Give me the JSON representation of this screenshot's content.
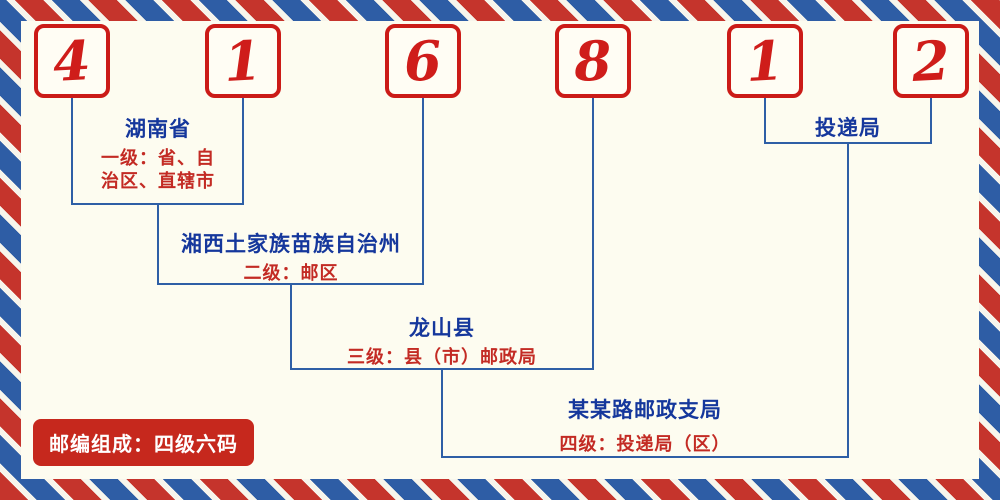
{
  "digits": [
    "4",
    "1",
    "6",
    "8",
    "1",
    "2"
  ],
  "labels": {
    "level1": {
      "title": "湖南省",
      "desc1": "一级：省、自",
      "desc2": "治区、直辖市"
    },
    "level2": {
      "title": "湘西土家族苗族自治州",
      "desc": "二级：邮区"
    },
    "level3": {
      "title": "龙山县",
      "desc": "三级：县（市）邮政局"
    },
    "level4": {
      "title": "某某路邮政支局",
      "desc": "四级：投递局（区）"
    },
    "delivery": {
      "title": "投递局"
    }
  },
  "footer_badge": "邮编组成：四级六码",
  "colors": {
    "background": "#fdfcf0",
    "digit_red": "#cf1d1a",
    "box_border_red": "#cb1b17",
    "line_blue": "#2e5fa6",
    "title_blue": "#15379c",
    "desc_red": "#c32b24",
    "badge_bg": "#c6281d",
    "stripe_red": "#c5342c",
    "stripe_blue": "#2e5da5"
  }
}
